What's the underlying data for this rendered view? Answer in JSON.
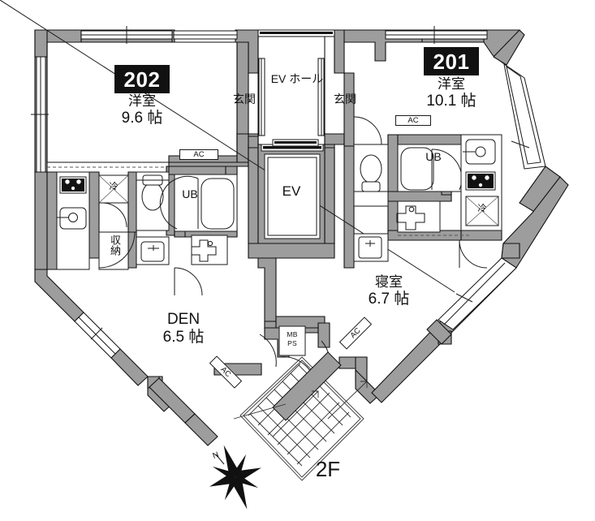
{
  "plan": {
    "floor_label": "2F",
    "compass_label": "N",
    "units": [
      {
        "number": "202",
        "room_name": "洋室",
        "room_area": "9.6 帖",
        "entrance_label": "玄関",
        "bath_label": "UB",
        "storage_label": "収納",
        "fridge_label": "冷",
        "ac_labels": [
          "AC",
          "AC"
        ],
        "den_name": "DEN",
        "den_area": "6.5 帖"
      },
      {
        "number": "201",
        "room_name": "洋室",
        "room_area": "10.1 帖",
        "entrance_label": "玄関",
        "bath_label": "UB",
        "fridge_label": "冷",
        "ac_labels": [
          "AC",
          "AC"
        ],
        "bedroom_name": "寝室",
        "bedroom_area": "6.7 帖"
      }
    ],
    "common": {
      "ev_hall_label": "EV ホール",
      "elevator_label": "EV",
      "shaft_label_line1": "MB",
      "shaft_label_line2": "PS"
    },
    "colors": {
      "wall": "#9d9d9d",
      "outline": "#111111",
      "badge_bg": "#111111",
      "badge_text": "#ffffff",
      "background": "#ffffff"
    }
  }
}
